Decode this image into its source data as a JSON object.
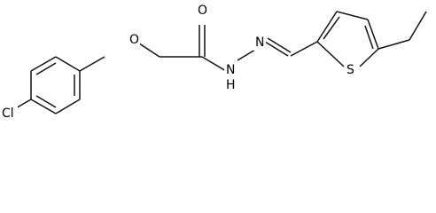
{
  "structure": {
    "atoms": [
      {
        "symbol": "Cl",
        "name": "chlorine"
      },
      {
        "symbol": "O",
        "name": "ether-oxygen"
      },
      {
        "symbol": "O",
        "name": "carbonyl-oxygen"
      },
      {
        "symbol": "N",
        "name": "amide-nitrogen",
        "hydrogen": "H"
      },
      {
        "symbol": "N",
        "name": "imine-nitrogen"
      },
      {
        "symbol": "S",
        "name": "thiophene-sulfur"
      }
    ]
  },
  "colors": {
    "bond": "#111111",
    "label": "#000000",
    "background": "#ffffff"
  }
}
